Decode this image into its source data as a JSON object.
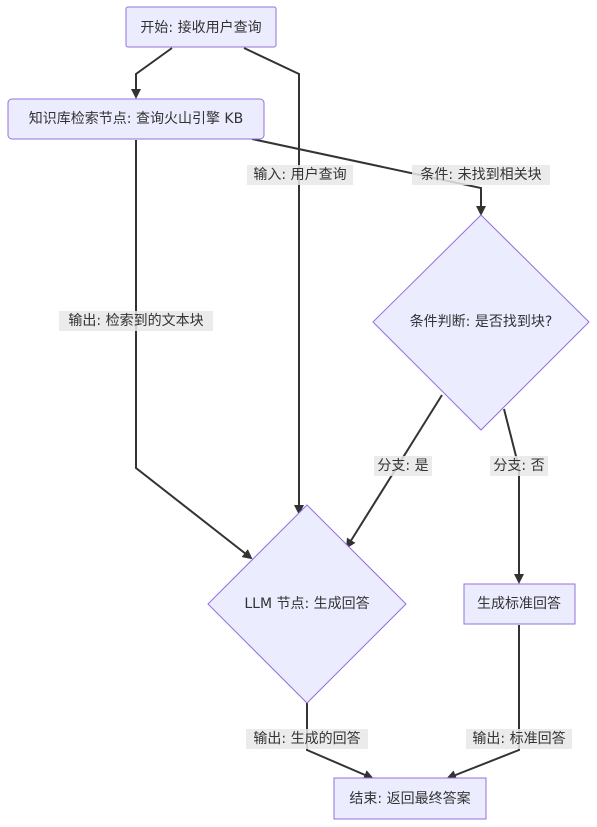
{
  "nodes": {
    "start": "开始: 接收用户查询",
    "kb_search": "知识库检索节点: 查询火山引擎 KB",
    "condition": "条件判断: 是否找到块?",
    "llm": "LLM 节点: 生成回答",
    "standard_answer": "生成标准回答",
    "end": "结束: 返回最终答案"
  },
  "edges": {
    "input_user_query": "输入: 用户查询",
    "condition_not_found": "条件: 未找到相关块",
    "output_retrieved_text": "输出: 检索到的文本块",
    "branch_yes": "分支: 是",
    "branch_no": "分支: 否",
    "output_generated_answer": "输出: 生成的回答",
    "output_standard_answer": "输出: 标准回答"
  },
  "colors": {
    "node_fill": "#ECECFF",
    "node_stroke": "#9370DB",
    "edge": "#333333",
    "label_bg": "#E8E8E8",
    "text": "#333333"
  }
}
